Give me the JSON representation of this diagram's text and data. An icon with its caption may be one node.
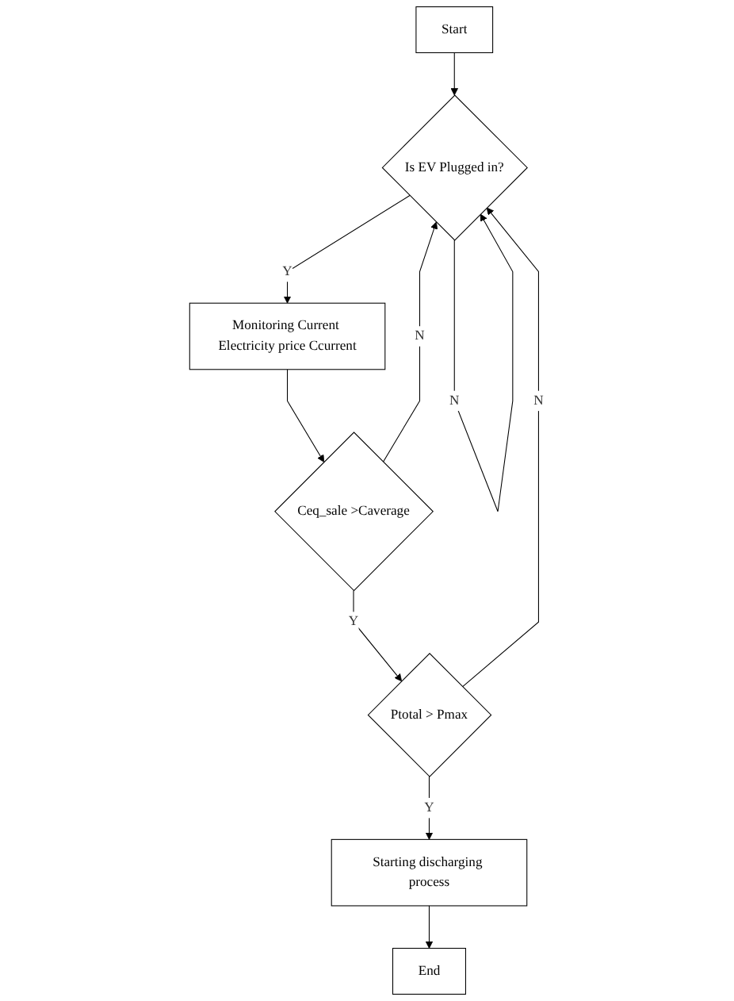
{
  "diagram": {
    "nodes": [
      {
        "text": [
          "Start"
        ]
      },
      {
        "text": [
          "Is EV Plugged in?"
        ]
      },
      {
        "text": [
          "Monitoring Current Electricity price Ccurrent"
        ]
      },
      {
        "text": [
          "Ceq_sale >Caverage"
        ]
      },
      {
        "text": [
          "Ptotal > Pmax"
        ]
      },
      {
        "text": [
          "Starting discharging process"
        ]
      },
      {
        "text": [
          "End"
        ]
      }
    ],
    "edges": [
      {
        "from": 0,
        "to": 1,
        "arrow": "to"
      },
      {
        "from": 1,
        "to": 2,
        "arrow": "to",
        "label": "Y"
      },
      {
        "from": 2,
        "to": 3,
        "arrow": "to"
      },
      {
        "from": 3,
        "to": 4,
        "arrow": "to",
        "label": "Y"
      },
      {
        "from": 4,
        "to": 5,
        "arrow": "to",
        "label": "Y"
      },
      {
        "from": 5,
        "to": 6,
        "arrow": "to"
      },
      {
        "from": 1,
        "to": 1,
        "arrow": "to",
        "label": "N"
      },
      {
        "from": 3,
        "to": 1,
        "arrow": "to",
        "label": "N"
      },
      {
        "from": 4,
        "to": 1,
        "arrow": "to",
        "label": "N"
      }
    ]
  }
}
